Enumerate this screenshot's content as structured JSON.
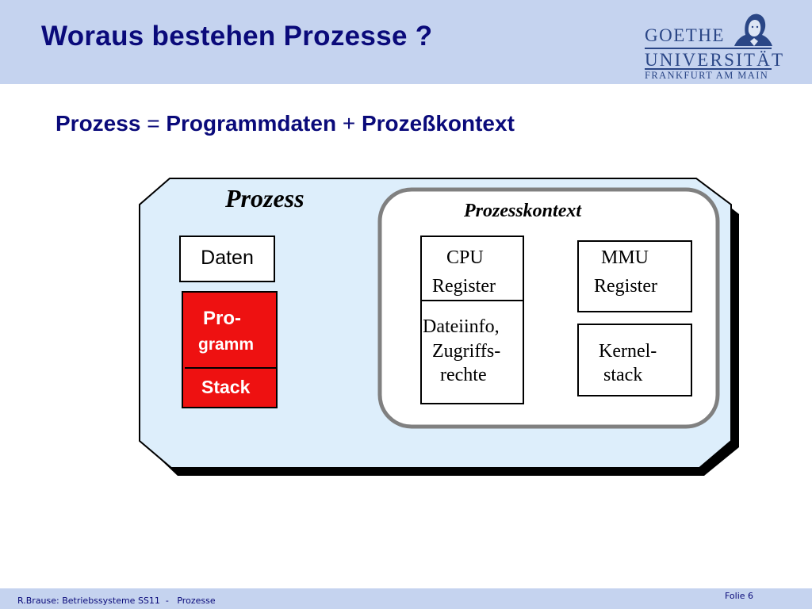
{
  "header": {
    "title": "Woraus bestehen Prozesse ?",
    "logo": {
      "line1": "GOETHE",
      "line2": "UNIVERSITÄT",
      "line3": "FRANKFURT AM MAIN"
    }
  },
  "subtitle": {
    "part1": "Prozess",
    "op1": "=",
    "part2": "Programmdaten",
    "op2": "+",
    "part3": "Prozeßkontext"
  },
  "diagram": {
    "prozess_label": "Prozess",
    "kontext_label": "Prozesskontext",
    "daten": "Daten",
    "programm_line1": "Pro-",
    "programm_line2": "gramm",
    "stack": "Stack",
    "cpu_line1": "CPU",
    "cpu_line2": "Register",
    "datei_line1": "Dateiinfo,",
    "datei_line2": "Zugriffs-",
    "datei_line3": "rechte",
    "mmu_line1": "MMU",
    "mmu_line2": "Register",
    "kernel_line1": "Kernel-",
    "kernel_line2": "stack"
  },
  "footer": {
    "left": "R.Brause: Betriebssysteme SS11  -   Prozesse",
    "right": "Folie 6"
  },
  "colors": {
    "header_bg": "#c5d3ef",
    "title": "#0a0a7a",
    "process_fill": "#ddeefb",
    "context_border": "#808080",
    "programm_fill": "#ee1111",
    "footer_bg": "#c5d3ef"
  }
}
